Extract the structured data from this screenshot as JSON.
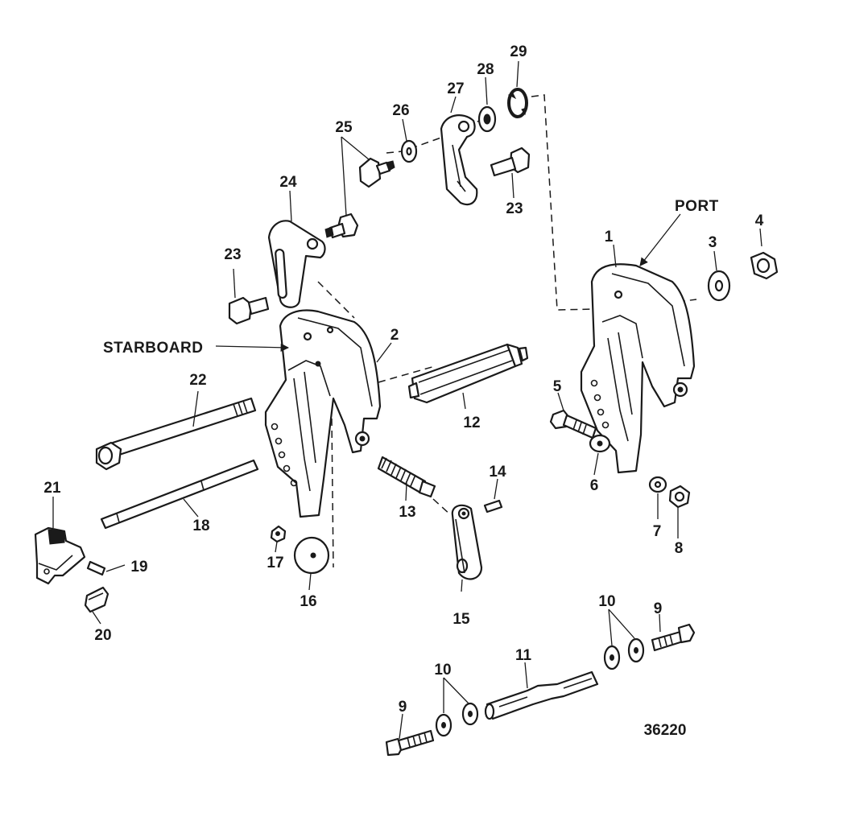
{
  "side_labels": {
    "port": "PORT",
    "starboard": "STARBOARD"
  },
  "figure_number": "36220",
  "callouts": {
    "c1": "1",
    "c2": "2",
    "c3": "3",
    "c4": "4",
    "c5": "5",
    "c6": "6",
    "c7": "7",
    "c8": "8",
    "c9a": "9",
    "c9b": "9",
    "c10a": "10",
    "c10b": "10",
    "c11": "11",
    "c12": "12",
    "c13": "13",
    "c14": "14",
    "c15": "15",
    "c16": "16",
    "c17": "17",
    "c18": "18",
    "c19": "19",
    "c20": "20",
    "c21": "21",
    "c22": "22",
    "c23a": "23",
    "c23b": "23",
    "c24": "24",
    "c25": "25",
    "c26": "26",
    "c27": "27",
    "c28": "28",
    "c29": "29"
  }
}
